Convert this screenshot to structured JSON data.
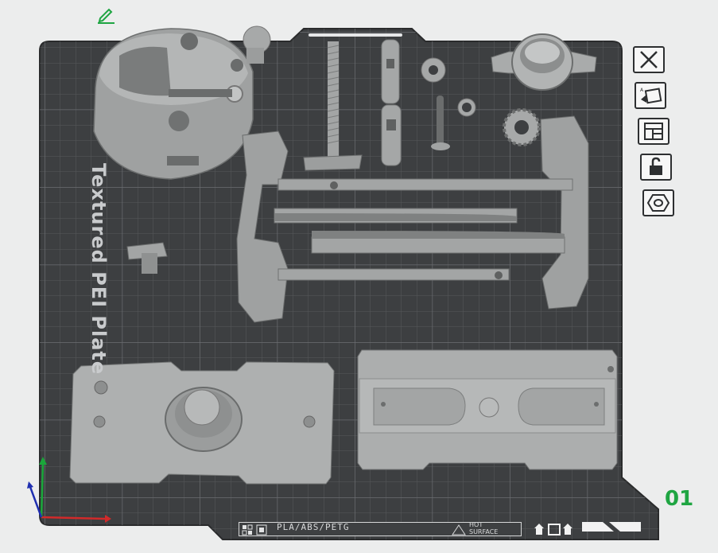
{
  "plate": {
    "name": "Textured PEI Plate",
    "number": "01",
    "filament_compat": "PLA/ABS/PETG",
    "surface_warning": "HOT SURFACE"
  },
  "colors": {
    "background": "#eceded",
    "plate": "#3d3f41",
    "grid": "#5b5d60",
    "model": "#a9abab",
    "plate_number": "#1fa542",
    "edit_icon": "#1fa542",
    "axis_x": "#d12a2a",
    "axis_y": "#1aa63a",
    "axis_z": "#1f2fb0"
  },
  "toolbar": {
    "tools": [
      {
        "id": "close",
        "icon": "close-icon"
      },
      {
        "id": "auto-orient",
        "icon": "auto-orient-icon"
      },
      {
        "id": "arrange",
        "icon": "arrange-icon"
      },
      {
        "id": "lock",
        "icon": "unlock-icon"
      },
      {
        "id": "settings",
        "icon": "hexagon-nut-icon"
      }
    ]
  }
}
